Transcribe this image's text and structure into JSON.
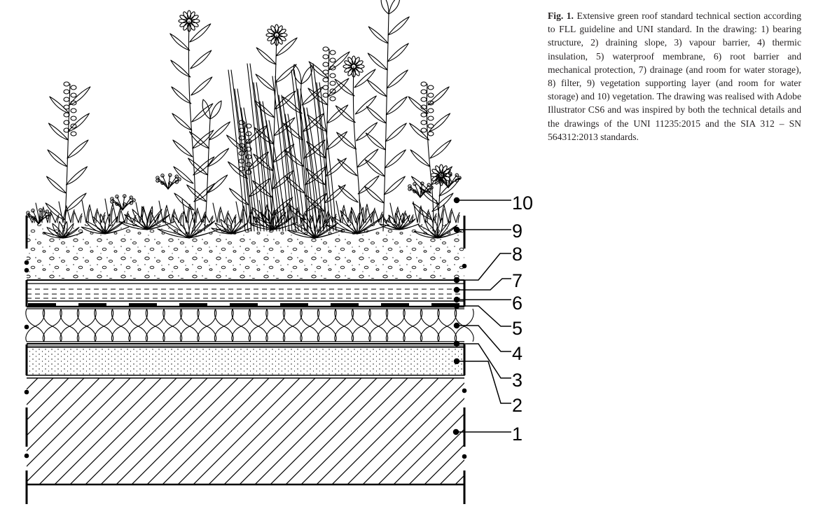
{
  "caption": {
    "label": "Fig. 1.",
    "text": "Extensive green roof standard technical section according to FLL guideline and UNI standard. In the drawing: 1) bearing structure, 2) draining slope, 3) vapour barrier, 4) thermic insulation, 5) waterproof membrane, 6) root barrier and mechanical protection, 7) drainage (and room for water storage), 8) filter, 9) vegetation supporting layer (and room for water storage) and 10) vegetation. The drawing was realised with Adobe Illustrator CS6 and was inspired by both the technical details and the drawings of the UNI 11235:2015 and the SIA 312 – SN 564312:2013 standards."
  },
  "callouts": [
    "1",
    "2",
    "3",
    "4",
    "5",
    "6",
    "7",
    "8",
    "9",
    "10"
  ],
  "layers": [
    {
      "id": 1,
      "name": "bearing structure"
    },
    {
      "id": 2,
      "name": "draining slope"
    },
    {
      "id": 3,
      "name": "vapour barrier"
    },
    {
      "id": 4,
      "name": "thermic insulation"
    },
    {
      "id": 5,
      "name": "waterproof membrane"
    },
    {
      "id": 6,
      "name": "root barrier and mechanical protection"
    },
    {
      "id": 7,
      "name": "drainage"
    },
    {
      "id": 8,
      "name": "filter"
    },
    {
      "id": 9,
      "name": "vegetation supporting layer"
    },
    {
      "id": 10,
      "name": "vegetation"
    }
  ],
  "colors": {
    "ink": "#000000",
    "caption_text": "#231f20",
    "background": "#ffffff"
  }
}
